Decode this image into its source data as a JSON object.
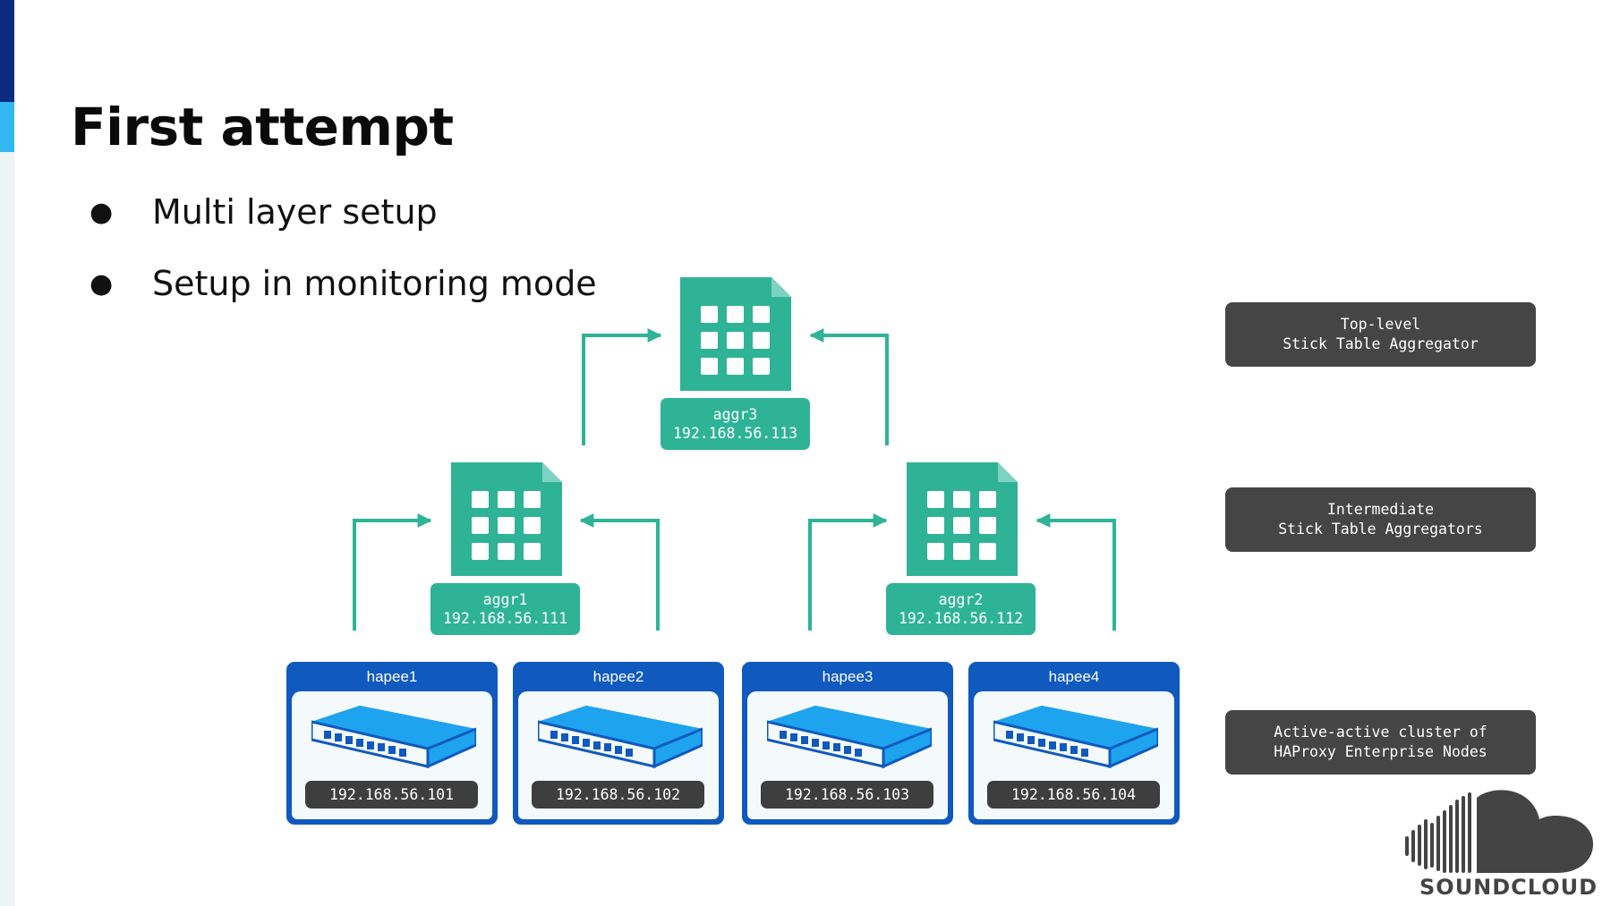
{
  "slide": {
    "title": "First attempt",
    "bullets": [
      "Multi layer setup",
      "Setup in monitoring mode"
    ]
  },
  "legend": {
    "top": [
      "Top-level",
      "Stick Table Aggregator"
    ],
    "intermediate": [
      "Intermediate",
      "Stick Table Aggregators"
    ],
    "nodes": [
      "Active-active cluster of",
      "HAProxy Enterprise Nodes"
    ]
  },
  "aggregators": {
    "aggr3": {
      "name": "aggr3",
      "ip": "192.168.56.113"
    },
    "aggr1": {
      "name": "aggr1",
      "ip": "192.168.56.111"
    },
    "aggr2": {
      "name": "aggr2",
      "ip": "192.168.56.112"
    }
  },
  "nodes": [
    {
      "name": "hapee1",
      "ip": "192.168.56.101"
    },
    {
      "name": "hapee2",
      "ip": "192.168.56.102"
    },
    {
      "name": "hapee3",
      "ip": "192.168.56.103"
    },
    {
      "name": "hapee4",
      "ip": "192.168.56.104"
    }
  ],
  "logo": {
    "text": "SOUNDCLOUD",
    "icon": "soundcloud-logo-icon"
  },
  "icons": {
    "aggregator": "server-grid-icon",
    "node": "network-switch-icon",
    "connector": "arrow-connector-icon"
  },
  "colors": {
    "teal": "#2eb396",
    "node_blue": "#1059bf",
    "switch_blue": "#1ea4ee",
    "label_dark": "#454545",
    "accent_dark": "#0b2c7e",
    "accent_light": "#33b7f2"
  }
}
